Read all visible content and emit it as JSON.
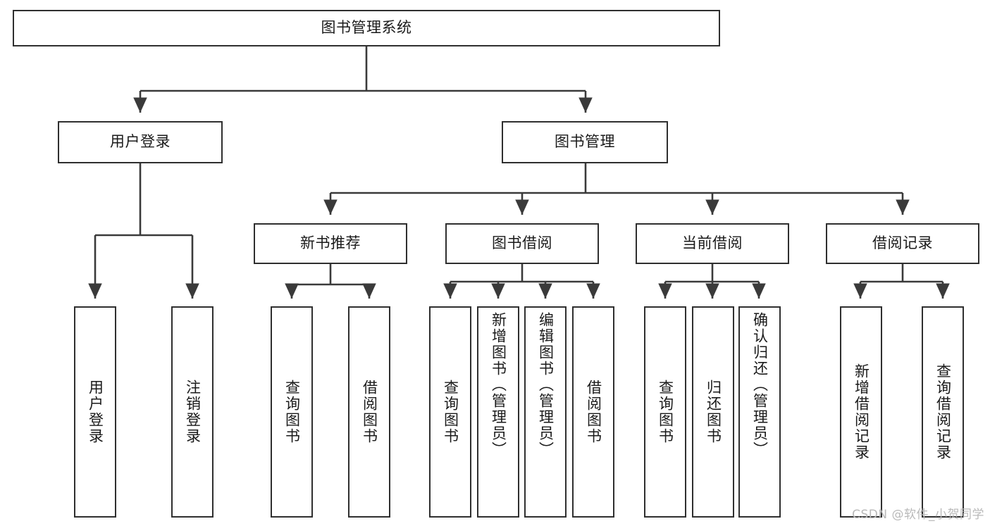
{
  "diagram": {
    "type": "tree-hierarchy-diagram",
    "title": "图书管理系统",
    "watermark": "CSDN @软件_小贺同学",
    "colors": {
      "box_border": "#2f2f2f",
      "box_fill": "#ffffff",
      "connector": "#3a3a3a",
      "text": "#1a1a1a",
      "watermark": "#b9b9b9",
      "background": "#ffffff"
    },
    "root": {
      "label": "图书管理系统"
    },
    "level2": [
      {
        "label": "用户登录"
      },
      {
        "label": "图书管理"
      }
    ],
    "level3": [
      {
        "label": "新书推荐"
      },
      {
        "label": "图书借阅"
      },
      {
        "label": "当前借阅"
      },
      {
        "label": "借阅记录"
      }
    ],
    "leaves": {
      "user_login": [
        {
          "label": "用户登录"
        },
        {
          "label": "注销登录"
        }
      ],
      "new_book_recommend": [
        {
          "label": "查询图书"
        },
        {
          "label": "借阅图书"
        }
      ],
      "book_borrow": [
        {
          "label": "查询图书"
        },
        {
          "label": "新增图书（管理员）"
        },
        {
          "label": "编辑图书（管理员）"
        },
        {
          "label": "借阅图书"
        }
      ],
      "current_borrow": [
        {
          "label": "查询图书"
        },
        {
          "label": "归还图书"
        },
        {
          "label": "确认归还（管理员）"
        }
      ],
      "borrow_record": [
        {
          "label": "新增借阅记录"
        },
        {
          "label": "查询借阅记录"
        }
      ]
    }
  }
}
